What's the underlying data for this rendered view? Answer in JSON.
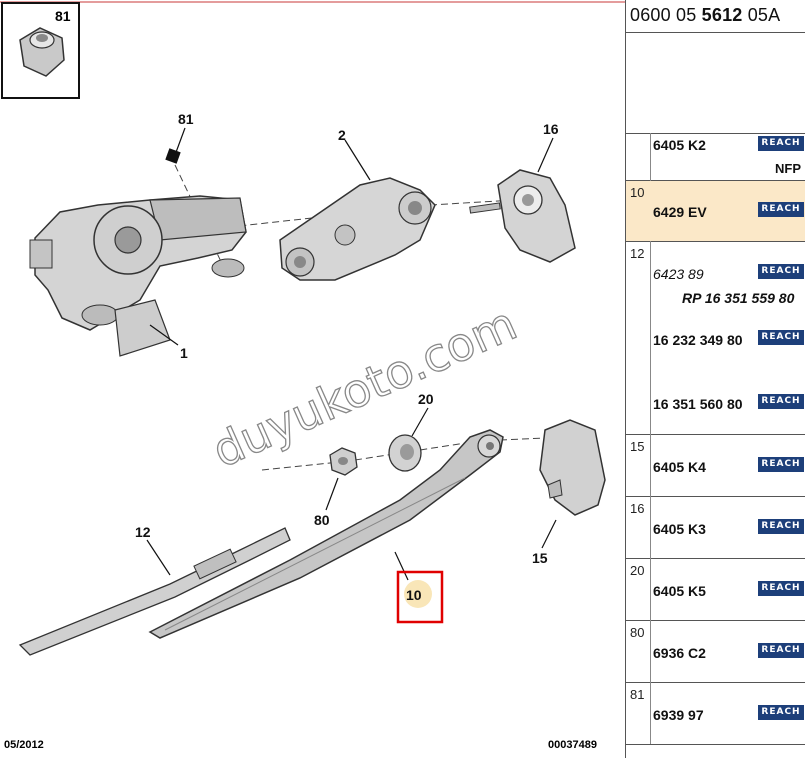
{
  "diagram": {
    "callouts": [
      "81",
      "81",
      "2",
      "16",
      "1",
      "20",
      "80",
      "12",
      "10",
      "15"
    ],
    "watermark": "duyukoto.com",
    "date": "05/2012",
    "doc_number": "00037489"
  },
  "parts": {
    "header": {
      "prefix": "0600 05 ",
      "bold": "5612",
      "suffix": " 05A"
    },
    "reach_label": "REACH",
    "nfp_label": "NFP",
    "rows": [
      {
        "ref": "",
        "number": "6405 K2",
        "nfp": true
      },
      {
        "ref": "10",
        "number": "6429 EV",
        "highlight": true
      },
      {
        "ref": "12",
        "number": "6423 89",
        "sub": [
          "RP 16 351 559 80",
          "16 232 349 80",
          "16 351 560 80"
        ]
      },
      {
        "ref": "15",
        "number": "6405 K4"
      },
      {
        "ref": "16",
        "number": "6405 K3"
      },
      {
        "ref": "20",
        "number": "6405 K5"
      },
      {
        "ref": "80",
        "number": "6936 C2"
      },
      {
        "ref": "81",
        "number": "6939 97"
      }
    ]
  }
}
